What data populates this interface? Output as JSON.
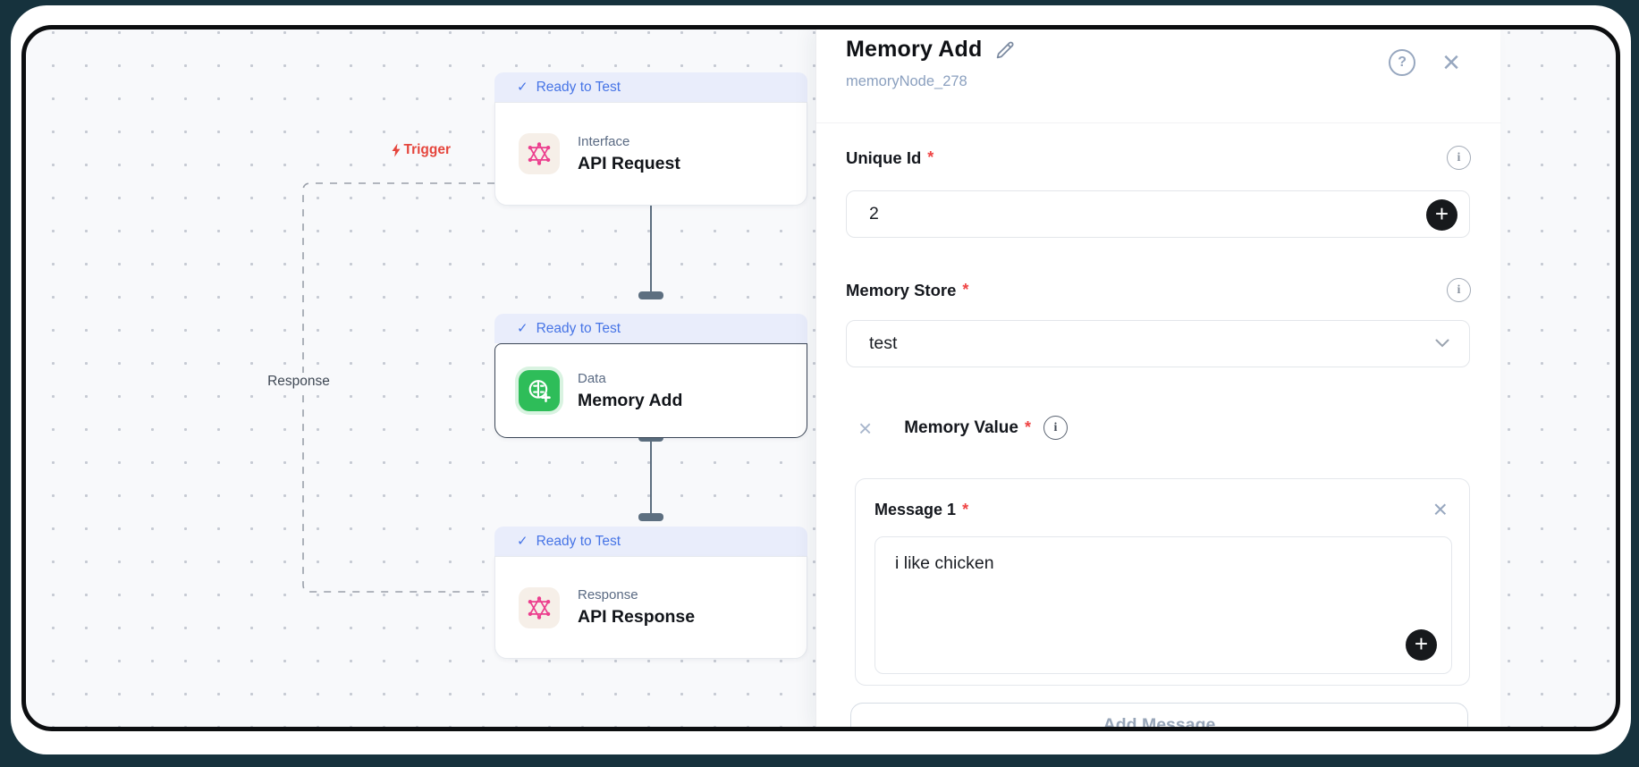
{
  "icons": {
    "check": "✓",
    "plus": "+",
    "close": "×",
    "help": "?",
    "info": "i",
    "required": "*",
    "trigger_bolt": "lightning-bolt",
    "edit": "pencil",
    "chevron": "chevron-down"
  },
  "canvas": {
    "edge_labels": {
      "trigger": "Trigger",
      "response": "Response"
    },
    "nodes": [
      {
        "status": "Ready to Test",
        "category": "Interface",
        "title": "API Request",
        "icon": "molecule-pink",
        "selected": false
      },
      {
        "status": "Ready to Test",
        "category": "Data",
        "title": "Memory Add",
        "icon": "brain-add-green",
        "selected": true
      },
      {
        "status": "Ready to Test",
        "category": "Response",
        "title": "API Response",
        "icon": "molecule-pink",
        "selected": false
      }
    ]
  },
  "panel": {
    "title": "Memory Add",
    "node_id": "memoryNode_278",
    "fields": {
      "unique_id": {
        "label": "Unique Id",
        "value": "2",
        "required": true
      },
      "memory_store": {
        "label": "Memory Store",
        "value": "test",
        "required": true
      },
      "memory_value": {
        "label": "Memory Value",
        "required": true
      },
      "message_1": {
        "label": "Message 1",
        "value": "i like chicken",
        "required": true
      }
    },
    "buttons": {
      "add_message": "Add Message"
    }
  },
  "colors": {
    "status_blue": "#4674e6",
    "trigger_red": "#e5453c",
    "node_green": "#2ebd59",
    "node_pink": "#ec3e8e",
    "frame": "#0c0e10",
    "canvas_bg": "#f8f9fb",
    "outer_bg": "#16323d"
  }
}
